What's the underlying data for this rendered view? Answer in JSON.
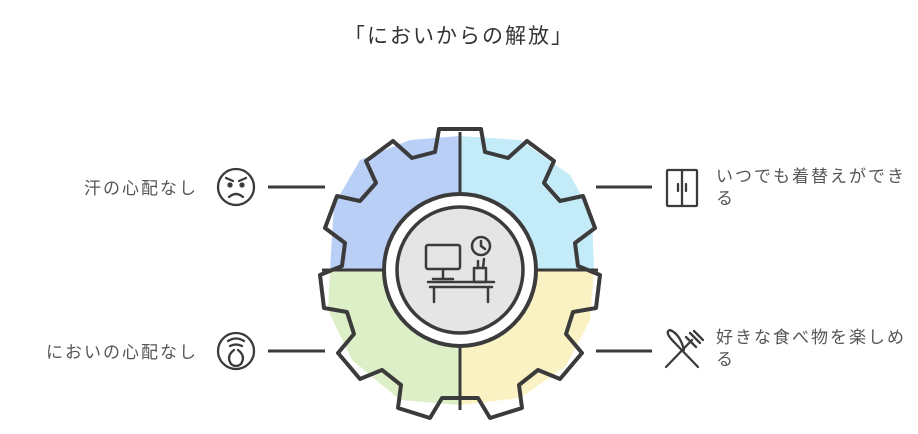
{
  "title": "「においからの解放」",
  "items": [
    {
      "label": "汗の心配なし",
      "icon": "worried-face-icon"
    },
    {
      "label": "いつでも着替えができる",
      "icon": "wardrobe-icon"
    },
    {
      "label": "においの心配なし",
      "icon": "nose-icon"
    },
    {
      "label": "好きな食べ物を楽しめる",
      "icon": "fork-knife-icon"
    }
  ],
  "center_icon": "desk-workspace-icon",
  "colors": {
    "blue": "#b9cff6",
    "cyan": "#c3ebf8",
    "green": "#ddefc6",
    "yellow": "#fbf2c3",
    "outline": "#3b3b3b",
    "center": "#e5e5e5"
  }
}
